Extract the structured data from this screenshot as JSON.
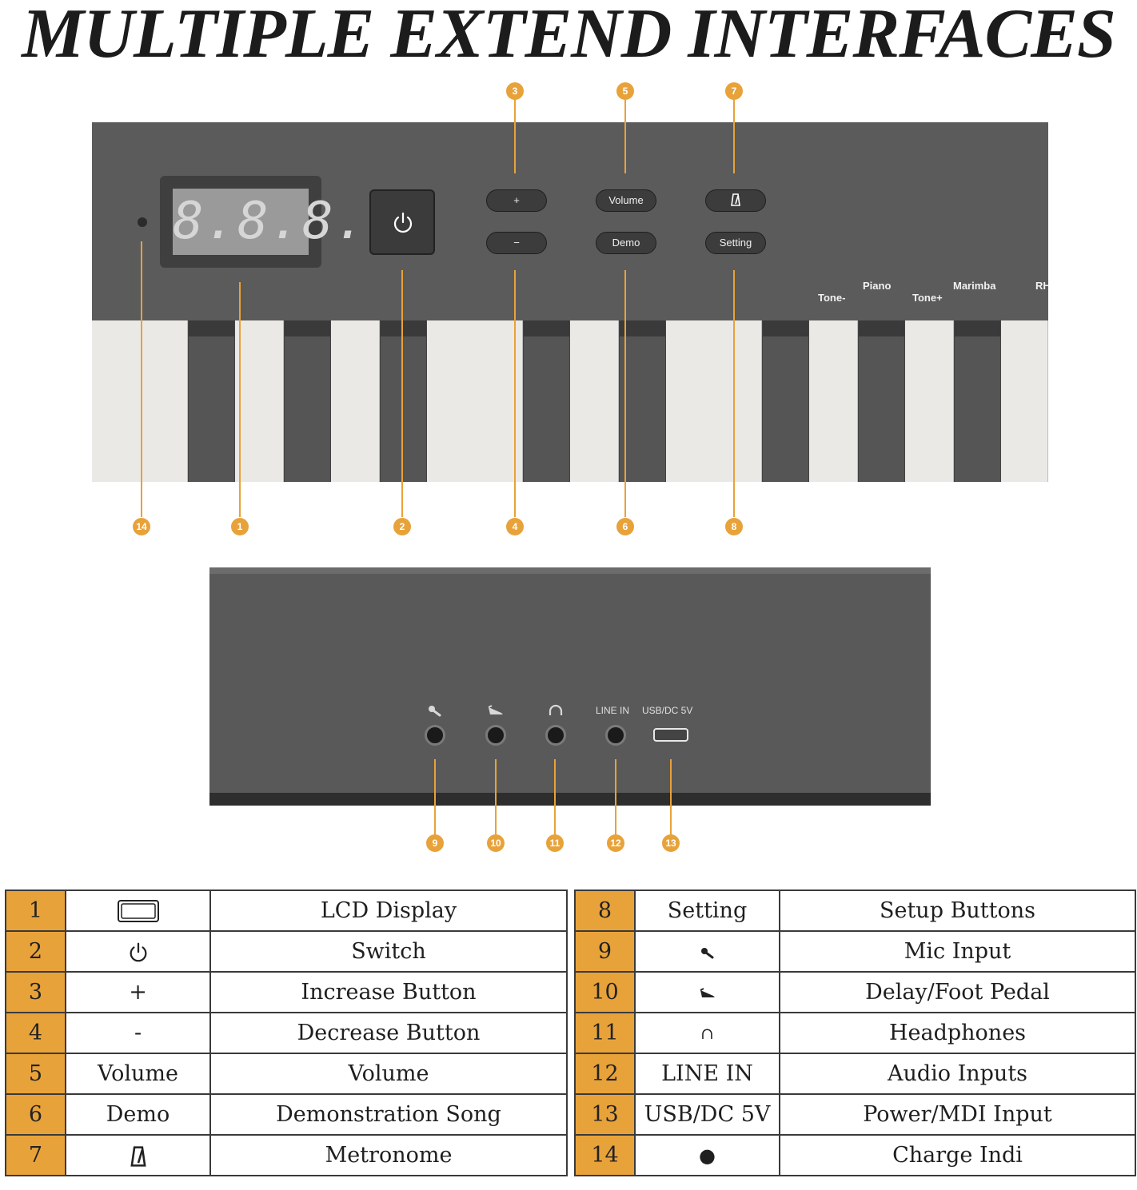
{
  "title": "MULTIPLE EXTEND INTERFACES",
  "top_panel": {
    "lcd_text": "8.8.8.",
    "buttons": {
      "plus": "+",
      "minus": "−",
      "volume": "Volume",
      "demo": "Demo",
      "setting": "Setting"
    },
    "key_labels": {
      "tone_minus": "Tone-",
      "piano": "Piano",
      "tone_plus": "Tone+",
      "marimba": "Marimba",
      "rh": "RH"
    }
  },
  "bottom_panel": {
    "line_in_label": "LINE IN",
    "usb_label": "USB/DC 5V"
  },
  "callouts": [
    "1",
    "2",
    "3",
    "4",
    "5",
    "6",
    "7",
    "8",
    "9",
    "10",
    "11",
    "12",
    "13",
    "14"
  ],
  "legend_left": [
    {
      "num": "1",
      "symbol": "lcd-icon",
      "desc": "LCD Display"
    },
    {
      "num": "2",
      "symbol": "power-icon",
      "desc": "Switch"
    },
    {
      "num": "3",
      "symbol": "+",
      "desc": "Increase Button"
    },
    {
      "num": "4",
      "symbol": "-",
      "desc": "Decrease Button"
    },
    {
      "num": "5",
      "symbol": "Volume",
      "desc": "Volume"
    },
    {
      "num": "6",
      "symbol": "Demo",
      "desc": "Demonstration Song"
    },
    {
      "num": "7",
      "symbol": "metronome-icon",
      "desc": "Metronome"
    }
  ],
  "legend_right": [
    {
      "num": "8",
      "symbol": "Setting",
      "desc": "Setup Buttons"
    },
    {
      "num": "9",
      "symbol": "microphone-icon",
      "desc": "Mic Input"
    },
    {
      "num": "10",
      "symbol": "pedal-icon",
      "desc": "Delay/Foot Pedal"
    },
    {
      "num": "11",
      "symbol": "∩",
      "desc": "Headphones"
    },
    {
      "num": "12",
      "symbol": "LINE IN",
      "desc": "Audio Inputs"
    },
    {
      "num": "13",
      "symbol": "USB/DC 5V",
      "desc": "Power/MDI Input"
    },
    {
      "num": "14",
      "symbol": "●",
      "desc": "Charge Indi"
    }
  ],
  "colors": {
    "accent": "#e8a23a",
    "panel": "#5b5b5b",
    "text": "#1f1f1f"
  }
}
